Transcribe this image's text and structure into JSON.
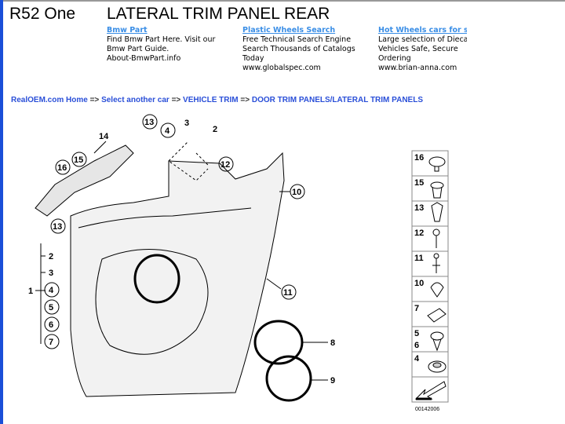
{
  "header": {
    "model": "R52 One",
    "title": "LATERAL TRIM PANEL REAR"
  },
  "ads": [
    {
      "title": "Bmw Part",
      "lines": [
        "Find Bmw Part Here. Visit our",
        "Bmw Part Guide.",
        "About-BmwPart.info"
      ]
    },
    {
      "title": "Plastic Wheels Search",
      "lines": [
        "Free Technical Search Engine",
        "Search Thousands of Catalogs",
        "Today",
        "www.globalspec.com"
      ]
    },
    {
      "title": "Hot Wheels cars for sale",
      "lines": [
        "Large selection of Diecast",
        "Vehicles Safe, Secure",
        "Ordering",
        "www.brian-anna.com"
      ]
    }
  ],
  "breadcrumb": {
    "items": [
      "RealOEM.com Home",
      "Select another car",
      "VEHICLE TRIM",
      "DOOR TRIM PANELS/LATERAL TRIM PANELS"
    ],
    "sep": "=>"
  },
  "diagram": {
    "callouts": {
      "c13a": "13",
      "c4": "4",
      "c3": "3",
      "c2": "2",
      "c12": "12",
      "c14": "14",
      "c15": "15",
      "c16": "16",
      "c10": "10",
      "c13b": "13",
      "c11": "11",
      "c8": "8",
      "c9": "9"
    },
    "list": {
      "l1": "1",
      "l2": "2",
      "l3": "3",
      "l4": "4",
      "l5": "5",
      "l6": "6",
      "l7": "7"
    },
    "legend": [
      "16",
      "15",
      "13",
      "12",
      "11",
      "10",
      "7",
      "5",
      "6",
      "4"
    ],
    "code": "00142006"
  }
}
